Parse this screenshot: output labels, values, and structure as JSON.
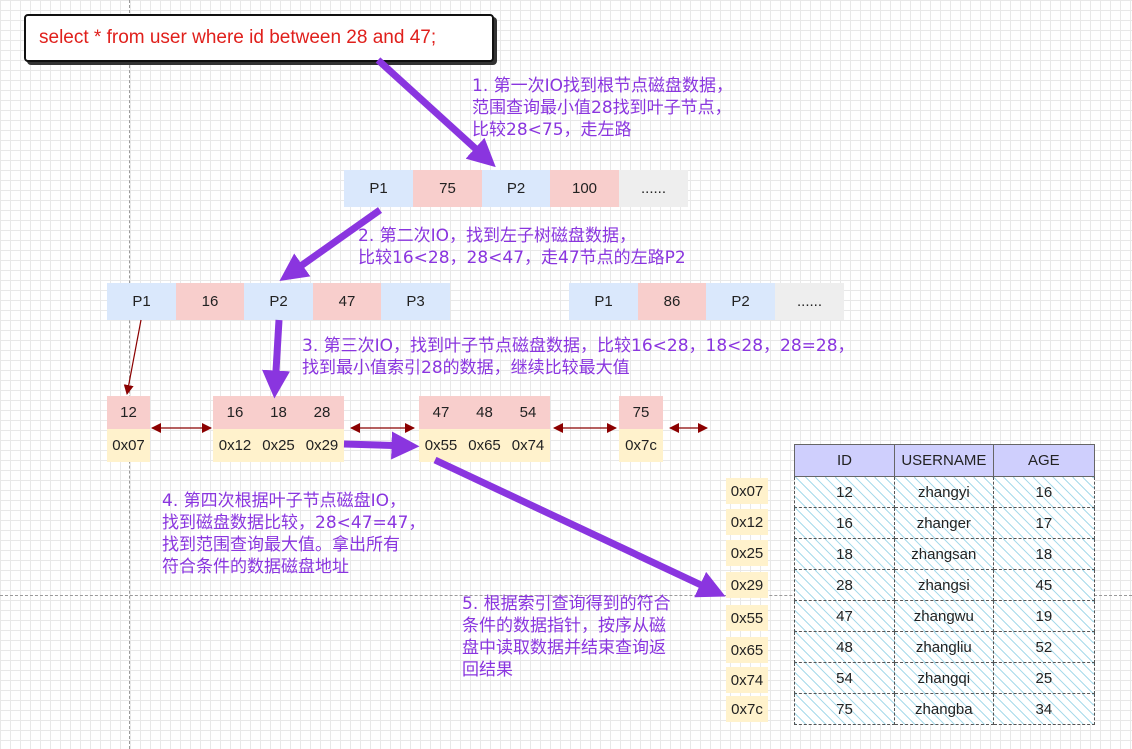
{
  "query": "select * from user where id between 28 and 47;",
  "notes": {
    "step1": "1. 第一次IO找到根节点磁盘数据，\n范围查询最小值28找到叶子节点，\n比较28<75，走左路",
    "step2": "2. 第二次IO，找到左子树磁盘数据，\n比较16<28，28<47，走47节点的左路P2",
    "step3": "3. 第三次IO，找到叶子节点磁盘数据，比较16<28，18<28，28=28，\n找到最小值索引28的数据，继续比较最大值",
    "step4": "4. 第四次根据叶子节点磁盘IO，\n找到磁盘数据比较，28<47=47，\n找到范围查询最大值。拿出所有\n符合条件的数据磁盘地址",
    "step5": "5. 根据索引查询得到的符合\n条件的数据指针，按序从磁\n盘中读取数据并结束查询返\n回结果"
  },
  "root_node": [
    "P1",
    "75",
    "P2",
    "100",
    "......"
  ],
  "internal_left": [
    "P1",
    "16",
    "P2",
    "47",
    "P3"
  ],
  "internal_right": [
    "P1",
    "86",
    "P2",
    "......"
  ],
  "leaves": [
    {
      "keys": [
        "12"
      ],
      "addrs": [
        "0x07"
      ]
    },
    {
      "keys": [
        "16",
        "18",
        "28"
      ],
      "addrs": [
        "0x12",
        "0x25",
        "0x29"
      ]
    },
    {
      "keys": [
        "47",
        "48",
        "54"
      ],
      "addrs": [
        "0x55",
        "0x65",
        "0x74"
      ]
    },
    {
      "keys": [
        "75"
      ],
      "addrs": [
        "0x7c"
      ]
    }
  ],
  "disk_addresses": [
    "0x07",
    "0x12",
    "0x25",
    "0x29",
    "0x55",
    "0x65",
    "0x74",
    "0x7c"
  ],
  "table": {
    "headers": [
      "ID",
      "USERNAME",
      "AGE"
    ],
    "rows": [
      [
        "12",
        "zhangyi",
        "16"
      ],
      [
        "16",
        "zhanger",
        "17"
      ],
      [
        "18",
        "zhangsan",
        "18"
      ],
      [
        "28",
        "zhangsi",
        "45"
      ],
      [
        "47",
        "zhangwu",
        "19"
      ],
      [
        "48",
        "zhangliu",
        "52"
      ],
      [
        "54",
        "zhangqi",
        "25"
      ],
      [
        "75",
        "zhangba",
        "34"
      ]
    ]
  },
  "colors": {
    "pointer_cell": "#dae8fc",
    "key_cell": "#f8cecc",
    "address_cell": "#fff2cc",
    "arrow_purple": "#8a35df",
    "arrow_darkred": "#8b0000",
    "note_text": "#8a35df",
    "query_text": "#e0201c"
  }
}
